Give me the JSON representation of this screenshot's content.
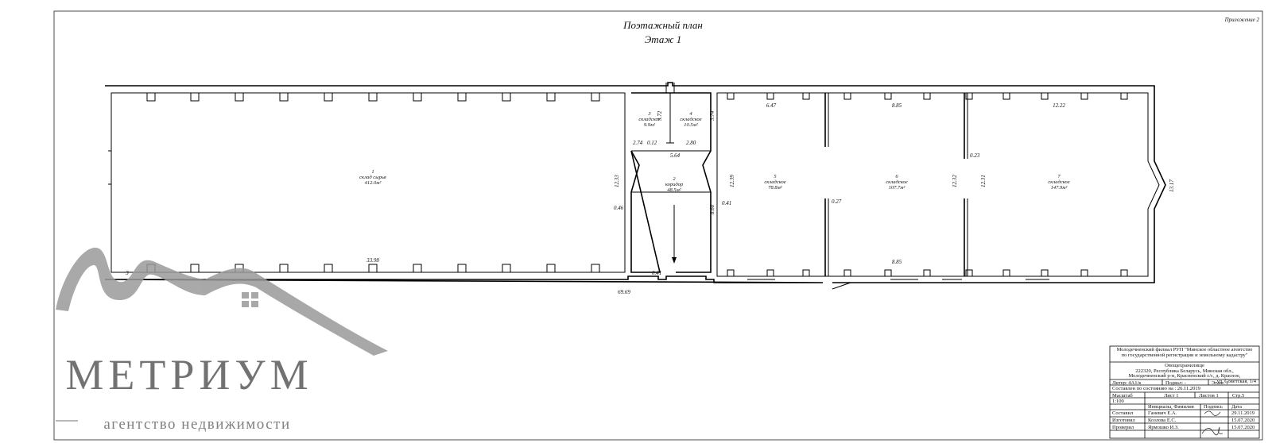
{
  "sheet": {
    "appendix": "Приложение 2",
    "title": "Поэтажный план",
    "floor": "Этаж 1"
  },
  "rooms": [
    {
      "num": "1",
      "name": "склад сырья",
      "area": "412.0м²"
    },
    {
      "num": "2",
      "name": "коридор",
      "area": "48.5м²"
    },
    {
      "num": "3",
      "name": "складское",
      "area": "9.9м²"
    },
    {
      "num": "4",
      "name": "складское",
      "area": "10.5м²"
    },
    {
      "num": "5",
      "name": "складское",
      "area": "78.8м²"
    },
    {
      "num": "6",
      "name": "складское",
      "area": "107.7м²"
    },
    {
      "num": "7",
      "name": "складское",
      "area": "147.9м²"
    }
  ],
  "dimensions": {
    "total_length": "69.69",
    "room1_length": "33.98",
    "room1_edge": "3",
    "corridor_height": "12.33",
    "corridor_lower": "8.60",
    "corridor_width": "5.64",
    "room3_left": "2.74",
    "room3_gap": "0.12",
    "room4_right": "2.80",
    "room3_height": "3.72",
    "room4_height": "3.74",
    "wall_046": "0.46",
    "wall_041_a": "0.41",
    "wall_041_b": "0.41",
    "room5_width": "6.47",
    "room5_height": "12.39",
    "wall_027": "0.27",
    "room6_width_top": "8.85",
    "room6_width_bottom": "8.85",
    "room6_height": "12.32",
    "wall_023": "0.23",
    "room7_width": "12.22",
    "room7_height": "12.31",
    "building_height": "13.17"
  },
  "title_block": {
    "org_line1": "Молодечненский филиал РУП \"Минское областное агентство",
    "org_line2": "по государственной  регистрации и земельному кадастру\"",
    "object": "Овощехранилище",
    "addr1": "222320, Республика Беларусь, Минская обл.,",
    "addr2": "Молодечненский р-н, Красненский с/с, д. Красное,",
    "addr3": "ул. Советская, 1/4",
    "liter_label": "Литер: 4А1/к",
    "basement_label": "Подвал: -",
    "floor_label": "Этаж: 1",
    "state_label": "Составлен по состоянию на : 26.11.2019",
    "h_scale": "Масштаб",
    "h_sheet": "Лист 1",
    "h_sheets": "Листов 1",
    "h_page": "Стр.5",
    "scale": "1:100",
    "h_names": "Инициалы, Фамилия",
    "h_sign": "Подпись",
    "h_date": "Дата",
    "r1_role": "Составил",
    "r1_name": "Ганевич Е.А.",
    "r1_date": "29.11.2019",
    "r2_role": "Изготовил",
    "r2_name": "Козлова Е.С.",
    "r2_date": "15.07.2020",
    "r3_role": "Проверил",
    "r3_name": "Ярмошко И.З.",
    "r3_date": "15.07.2020"
  },
  "watermark": {
    "brand": "МЕТРИУМ",
    "tagline": "агентство недвижимости",
    "color": "#9a9a9a"
  }
}
